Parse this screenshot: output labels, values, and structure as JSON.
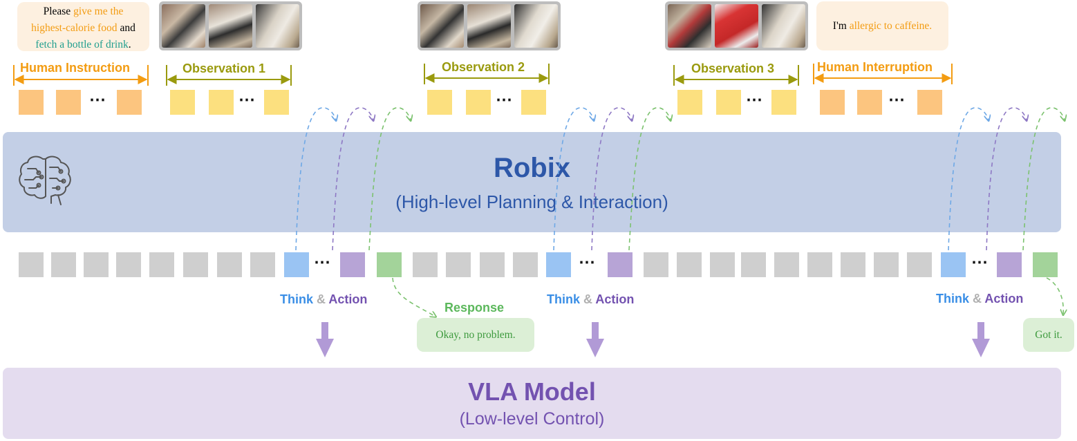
{
  "instruction": {
    "line1_plain": "Please ",
    "line1_highlight": "give me the",
    "line2_highlight": "highest-calorie food",
    "line2_plain": " and",
    "line3_highlight": "fetch a bottle of drink",
    "line3_plain": "."
  },
  "interruption": {
    "plain": "I'm ",
    "highlight": "allergic to caffeine."
  },
  "labels": {
    "human_instruction": "Human Instruction",
    "observation1": "Observation 1",
    "observation2": "Observation 2",
    "observation3": "Observation 3",
    "human_interruption": "Human Interruption",
    "response": "Response"
  },
  "think_action": [
    {
      "think": "Think",
      "amp": " & ",
      "action": "Action"
    },
    {
      "think": "Think",
      "amp": " & ",
      "action": "Action"
    },
    {
      "think": "Think",
      "amp": " & ",
      "action": "Action"
    }
  ],
  "responses": {
    "r1": "Okay, no problem.",
    "r2": "Got it."
  },
  "robix": {
    "title": "Robix",
    "subtitle": "(High-level Planning & Interaction)"
  },
  "vla": {
    "title": "VLA Model",
    "subtitle": "(Low-level Control)"
  },
  "ellipsis": "⋯",
  "icons": {
    "brain": "brain-icon"
  },
  "colors": {
    "orange": "#f39c12",
    "olive": "#9a9a0e",
    "blue_token": "#9ac4f3",
    "purple_token": "#b7a4d6",
    "green_token": "#a3d39a",
    "gray_token": "#cfcfcf",
    "robix_panel": "#c3cfe6",
    "vla_panel": "#e4dcef"
  }
}
